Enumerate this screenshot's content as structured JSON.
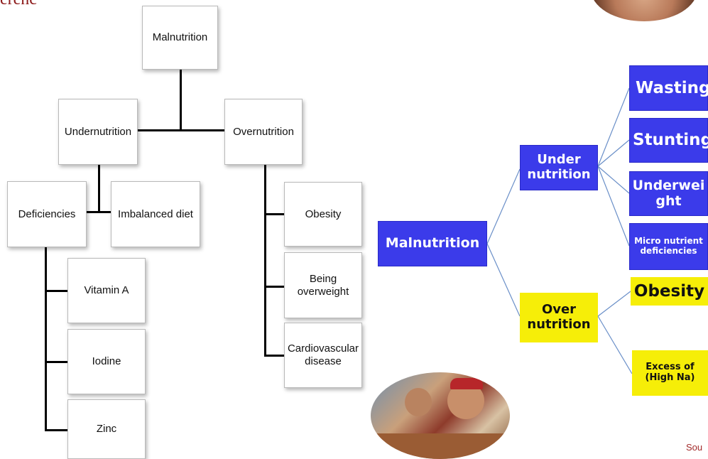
{
  "top_text": "erenc",
  "left_tree": {
    "root": "Malnutrition",
    "undernutrition": "Undernutrition",
    "overnutrition": "Overnutrition",
    "deficiencies": "Deficiencies",
    "imbalanced": "Imbalanced diet",
    "vitamin_a": "Vitamin A",
    "iodine": "Iodine",
    "zinc": "Zinc",
    "obesity": "Obesity",
    "overweight": "Being overweight",
    "cardio": "Cardiovascular disease"
  },
  "right_tree": {
    "root": "Malnutrition",
    "under": "Under nutrition",
    "over": "Over nutrition",
    "wasting": "Wasting",
    "stunting": "Stunting",
    "underweight_1": "Underwei",
    "underweight_2": "ght",
    "micro": "Micro nutrient deficiencies",
    "obesity": "Obesity",
    "excess_1": "Excess of",
    "excess_2": "(High Na)"
  },
  "source_text": "Sou",
  "colors": {
    "blue": "#3b3bea",
    "yellow": "#f6ee08",
    "connector": "#6a8fc8"
  }
}
